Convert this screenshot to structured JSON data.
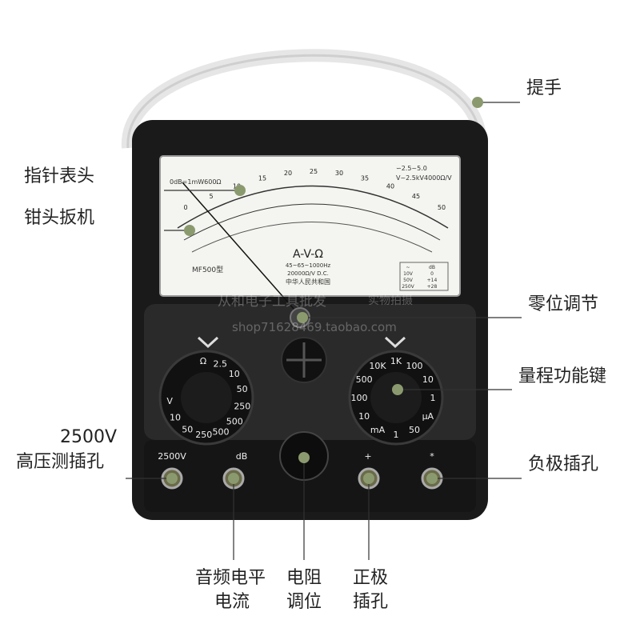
{
  "callouts": {
    "handle": "提手",
    "meter_head": "指针表头",
    "clamp_trigger": "钳头扳机",
    "zero_adjust": "零位调节",
    "range_key": "量程功能键",
    "hv_jack_line1": "2500V",
    "hv_jack_line2": "高压测插孔",
    "negative_jack": "负极插孔",
    "audio_level_line1": "音频电平",
    "audio_level_line2": "电流",
    "resistance_line1": "电阻",
    "resistance_line2": "调位",
    "positive_jack_line1": "正极",
    "positive_jack_line2": "插孔"
  },
  "meter": {
    "model": "MF500型",
    "scale_title": "A-V-Ω",
    "freq_note": "45~65~1000Hz",
    "sensitivity_note": "20000Ω/V D.C.",
    "maker_note": "中华人民共和国",
    "db_note": "0dB=1mW600Ω",
    "right_note_1": "∽2.5~5.0",
    "right_note_2": "V~2.5kV4000Ω/V",
    "scale_numbers_top": [
      "0",
      "5",
      "10",
      "15",
      "20",
      "25",
      "30",
      "35",
      "40",
      "45",
      "50"
    ],
    "db_table": [
      [
        "~",
        "dB"
      ],
      [
        "10V",
        "0"
      ],
      [
        "50V",
        "+14"
      ],
      [
        "250V",
        "+28"
      ]
    ]
  },
  "panel": {
    "left_dial_labels": [
      "Ω",
      "2.5",
      "10",
      "50",
      "250",
      "500",
      "500",
      "250",
      "50",
      "10",
      "V"
    ],
    "right_dial_labels": [
      "10K",
      "1K",
      "100",
      "10",
      "1",
      "μA",
      "50",
      "1",
      "mA",
      "10",
      "100",
      "500"
    ],
    "jack_labels": [
      "2500V",
      "dB",
      "+",
      "*"
    ]
  },
  "watermark": {
    "line1": "从和电子工具批发",
    "line2": "实物拍摄",
    "line3": "shop71628469.taobao.com"
  },
  "colors": {
    "body": "#1a1a1a",
    "callout_dot": "#8a9a6e",
    "callout_line": "#333333",
    "meter_face": "#f4f4f0"
  }
}
